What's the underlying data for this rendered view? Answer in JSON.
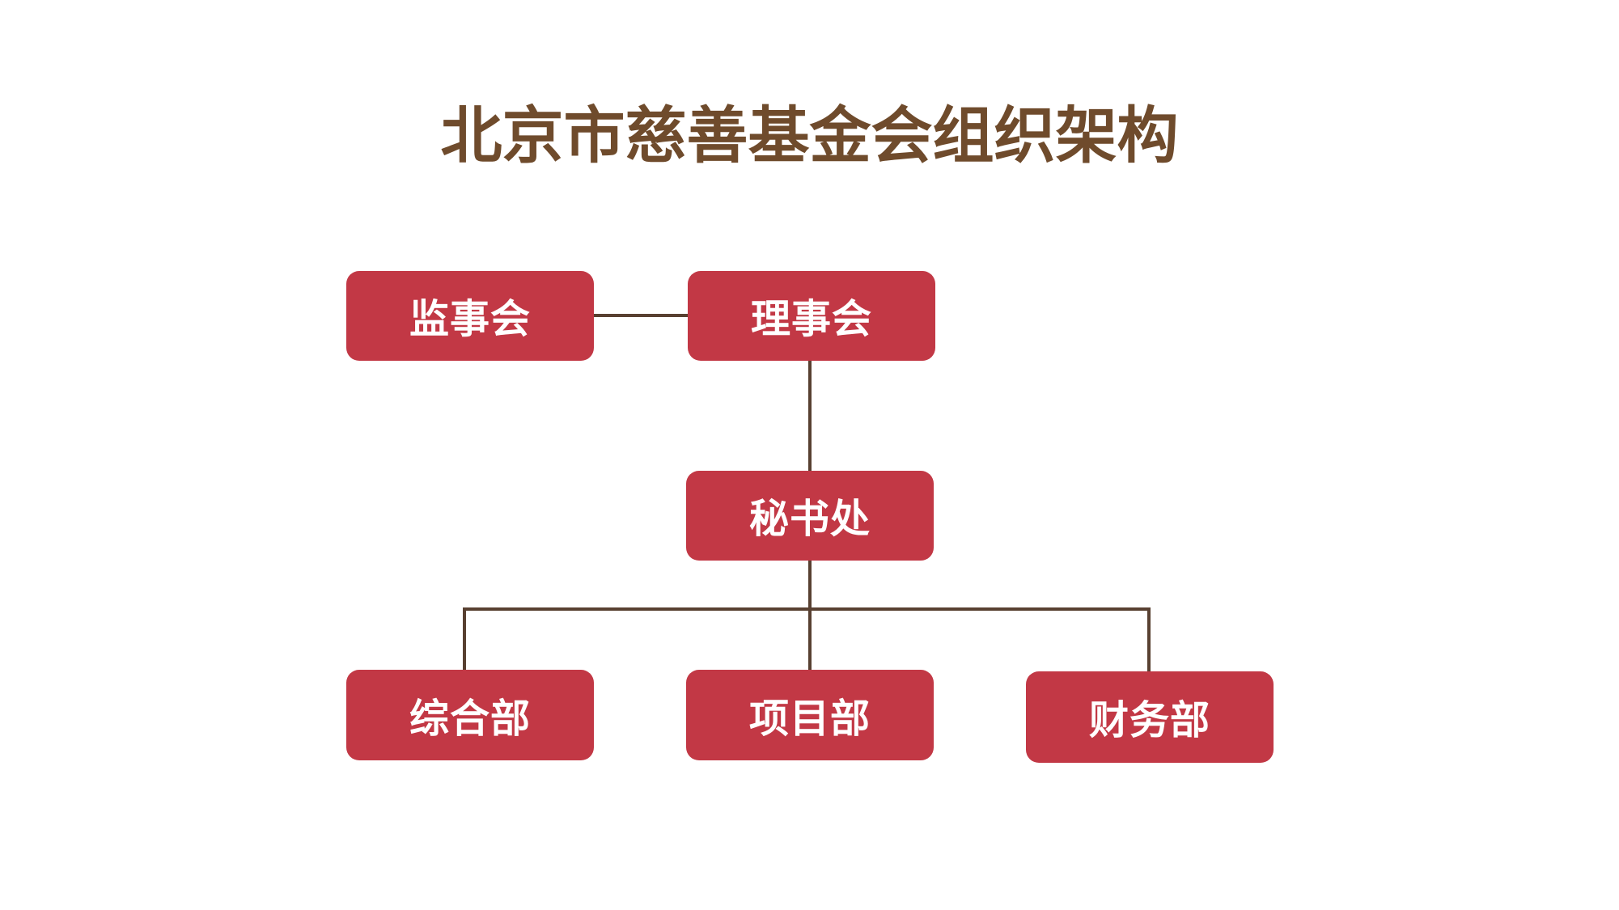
{
  "page": {
    "title": "北京市慈善基金会组织架构"
  },
  "colors": {
    "box_fill": "#C23845",
    "box_text": "#FFFFFF",
    "line": "#584031",
    "title_text": "#6F4B2C",
    "background": "#FFFFFF"
  },
  "diagram": {
    "type": "org-chart",
    "nodes": [
      {
        "id": "supervisory-board",
        "label": "监事会"
      },
      {
        "id": "board-of-directors",
        "label": "理事会"
      },
      {
        "id": "secretariat",
        "label": "秘书处"
      },
      {
        "id": "general-affairs",
        "label": "综合部"
      },
      {
        "id": "project-dept",
        "label": "项目部"
      },
      {
        "id": "finance-dept",
        "label": "财务部"
      }
    ],
    "edges": [
      {
        "from": "supervisory-board",
        "to": "board-of-directors"
      },
      {
        "from": "board-of-directors",
        "to": "secretariat"
      },
      {
        "from": "secretariat",
        "to": "general-affairs"
      },
      {
        "from": "secretariat",
        "to": "project-dept"
      },
      {
        "from": "secretariat",
        "to": "finance-dept"
      }
    ]
  }
}
